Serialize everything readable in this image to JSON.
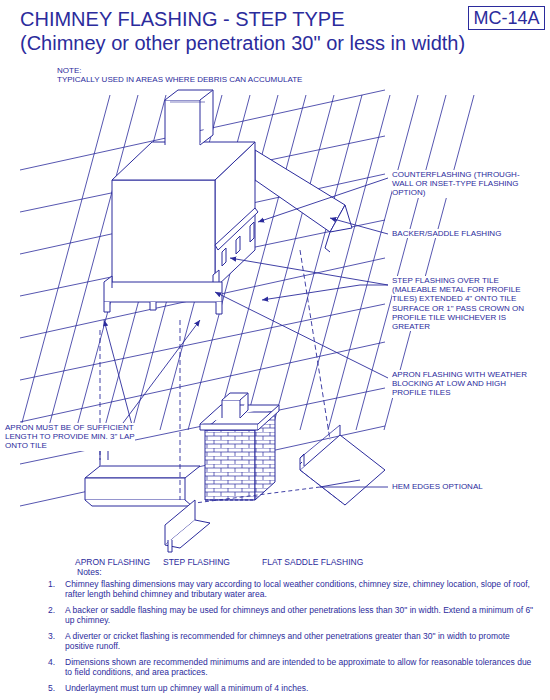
{
  "diagram": {
    "title": "CHIMNEY FLASHING - STEP TYPE",
    "nodes": [
      {
        "text": [
          "MC-14A"
        ]
      }
    ],
    "labels": [
      "(Chimney or other penetration 30\" or less in width)",
      "NOTE:",
      "TYPICALLY USED IN AREAS WHERE DEBRIS CAN ACCUMULATE",
      "COUNTERFLASHING (THROUGH-WALL OR INSET-TYPE FLASHING OPTION)",
      "BACKER/SADDLE FLASHING",
      "STEP FLASHING OVER TILE (MALEABLE METAL FOR PROFILE TILES) EXTENDED 4\" ONTO TILE SURFACE OR 1\" PASS CROWN ON PROFILE TILE WHICHEVER IS GREATER",
      "APRON FLASHING WITH WEATHER BLOCKING AT LOW AND HIGH PROFILE TILES",
      "APRON MUST BE OF SUFFICIENT LENGTH TO PROVIDE MIN. 3\" LAP ONTO TILE",
      "HEM EDGES OPTIONAL",
      "APRON FLASHING",
      "STEP FLASHING",
      "FLAT SADDLE FLASHING",
      "Notes:",
      "1.",
      "Chimney flashing dimensions may vary according to local weather conditions, chimney size, chimney location, slope of roof, rafter length behind chimney and tributary water area.",
      "2.",
      "A backer or saddle flashing may be used for chimneys and other penetrations less than 30\" in width. Extend a minimum of 6\" up chimney.",
      "3.",
      "A diverter or cricket flashing is recommended for chimneys and other penetrations greater than 30\" in width to promote positive runoff.",
      "4.",
      "Dimensions shown are recommended minimums and are intended to be approximate to allow for reasonable tolerances due to field conditions, and area practices.",
      "5.",
      "Underlayment must turn up chimney wall a minimum of 4 inches."
    ]
  }
}
